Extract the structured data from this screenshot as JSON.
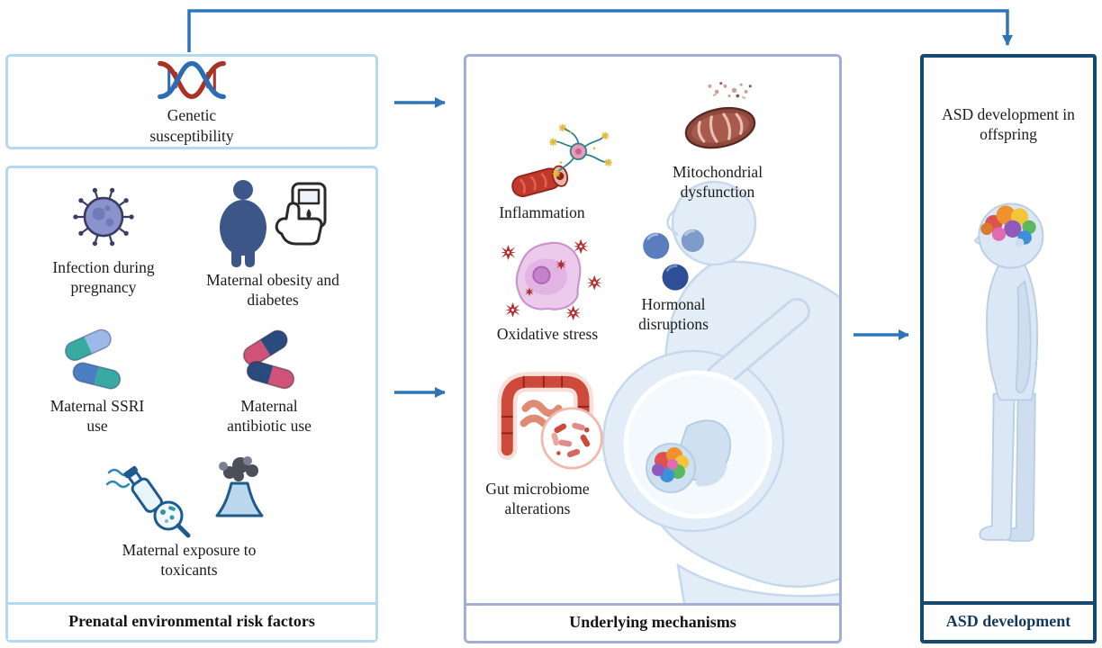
{
  "colors": {
    "arrow": "#2e75b6",
    "risk_box_border": "#b5d9f0",
    "mechanisms_box_border": "#a3aed6",
    "asd_box_border": "#17486e"
  },
  "genetic_box": {
    "label": "Genetic susceptibility",
    "icon": "dna-icon"
  },
  "prenatal_box": {
    "title": "Prenatal environmental risk factors",
    "items": [
      {
        "label": "Infection during pregnancy",
        "icon": "virus-icon"
      },
      {
        "label": "Maternal obesity and diabetes",
        "icon": "obesity-glucometer-icon"
      },
      {
        "label": "Maternal SSRI use",
        "icon": "ssri-pills-icon"
      },
      {
        "label": "Maternal antibiotic use",
        "icon": "antibiotic-pills-icon"
      },
      {
        "label": "Maternal exposure to toxicants",
        "icon": "toxicant-exposure-icon"
      }
    ]
  },
  "mechanisms_box": {
    "title": "Underlying mechanisms",
    "items": [
      {
        "label": "Inflammation",
        "icon": "inflammation-icon"
      },
      {
        "label": "Mitochondrial dysfunction",
        "icon": "mitochondria-icon"
      },
      {
        "label": "Oxidative stress",
        "icon": "oxidative-stress-icon"
      },
      {
        "label": "Hormonal disruptions",
        "icon": "hormone-spheres-icon"
      },
      {
        "label": "Gut microbiome alterations",
        "icon": "gut-microbiome-icon"
      }
    ]
  },
  "asd_box": {
    "title": "ASD development",
    "label": "ASD development in offspring"
  }
}
